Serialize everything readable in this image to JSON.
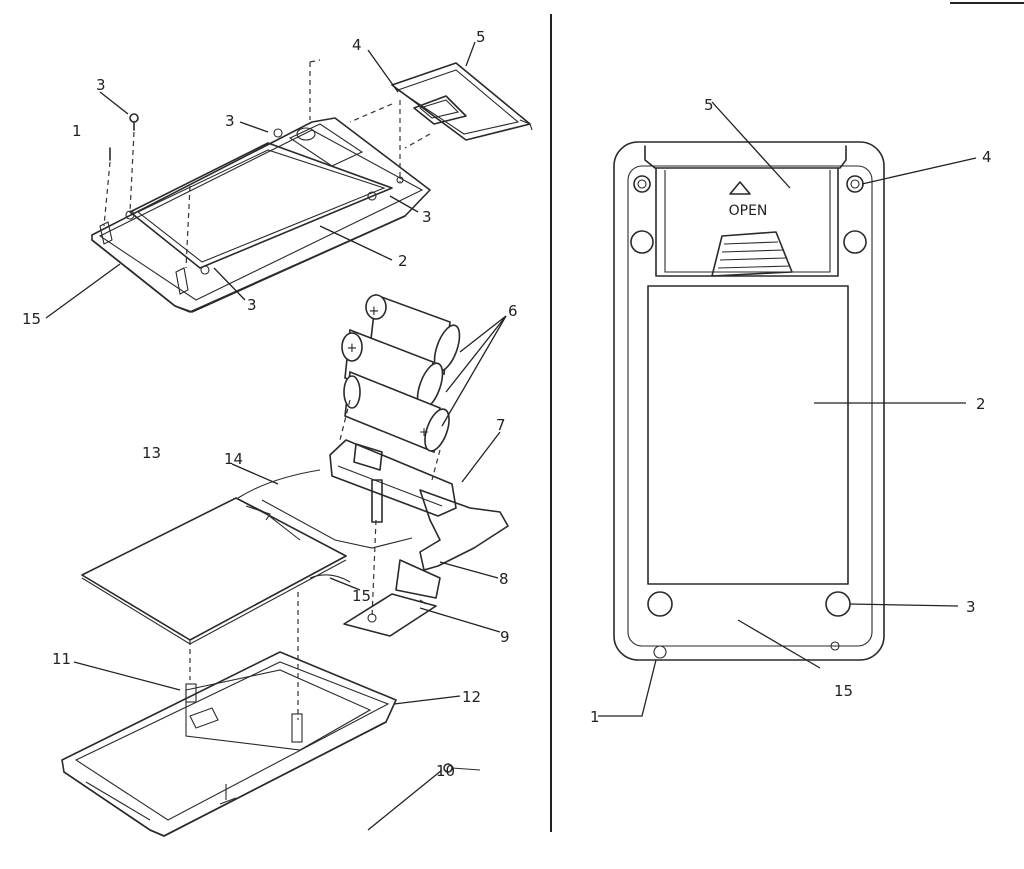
{
  "exploded_view": {
    "callouts": [
      {
        "id": "c1",
        "text": "1"
      },
      {
        "id": "c2",
        "text": "2"
      },
      {
        "id": "c3a",
        "text": "3"
      },
      {
        "id": "c3b",
        "text": "3"
      },
      {
        "id": "c3c",
        "text": "3"
      },
      {
        "id": "c3d",
        "text": "3"
      },
      {
        "id": "c4",
        "text": "4"
      },
      {
        "id": "c5",
        "text": "5"
      },
      {
        "id": "c6",
        "text": "6"
      },
      {
        "id": "c7",
        "text": "7"
      },
      {
        "id": "c8",
        "text": "8"
      },
      {
        "id": "c9",
        "text": "9"
      },
      {
        "id": "c10",
        "text": "10"
      },
      {
        "id": "c11",
        "text": "11"
      },
      {
        "id": "c12",
        "text": "12"
      },
      {
        "id": "c13",
        "text": "13"
      },
      {
        "id": "c14",
        "text": "14"
      },
      {
        "id": "c15a",
        "text": "15"
      },
      {
        "id": "c15b",
        "text": "15"
      }
    ],
    "battery_polarity": [
      "+",
      "+",
      "+"
    ]
  },
  "assembled_view": {
    "door_label": "OPEN",
    "callouts": [
      {
        "id": "r1",
        "text": "1"
      },
      {
        "id": "r2",
        "text": "2"
      },
      {
        "id": "r3",
        "text": "3"
      },
      {
        "id": "r4",
        "text": "4"
      },
      {
        "id": "r5",
        "text": "5"
      },
      {
        "id": "r15",
        "text": "15"
      }
    ]
  }
}
